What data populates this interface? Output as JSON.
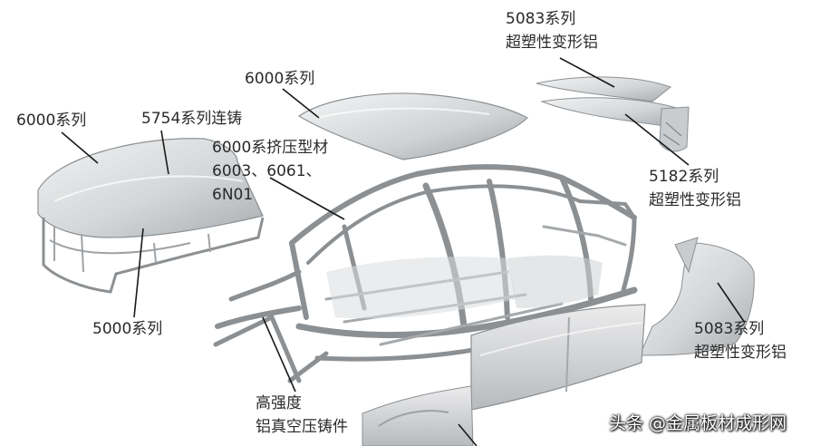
{
  "labels": {
    "hood_6000": "6000系列",
    "hood_5754": "5754系列连铸",
    "roof_6000": "6000系列",
    "extrusion_line1": "6000系挤压型材",
    "extrusion_line2": "6003、6061、",
    "extrusion_line3": "6N01",
    "hood_5000": "5000系列",
    "trunk_5083_line1": "5083系列",
    "trunk_5083_line2": "超塑性变形铝",
    "trunk_5182_line1": "5182系列",
    "trunk_5182_line2": "超塑性变形铝",
    "fender_5083_line1": "5083系列",
    "fender_5083_line2": "超塑性变形铝",
    "casting_line1": "高强度",
    "casting_line2": "铝真空压铸件"
  },
  "watermark": "头条 @金属板材成形网",
  "colors": {
    "panel_light": "#e4e6e7",
    "panel_dark": "#a9adb0",
    "frame": "#8c9093",
    "text": "#2a2a2a",
    "leader": "#1a1a1a"
  }
}
